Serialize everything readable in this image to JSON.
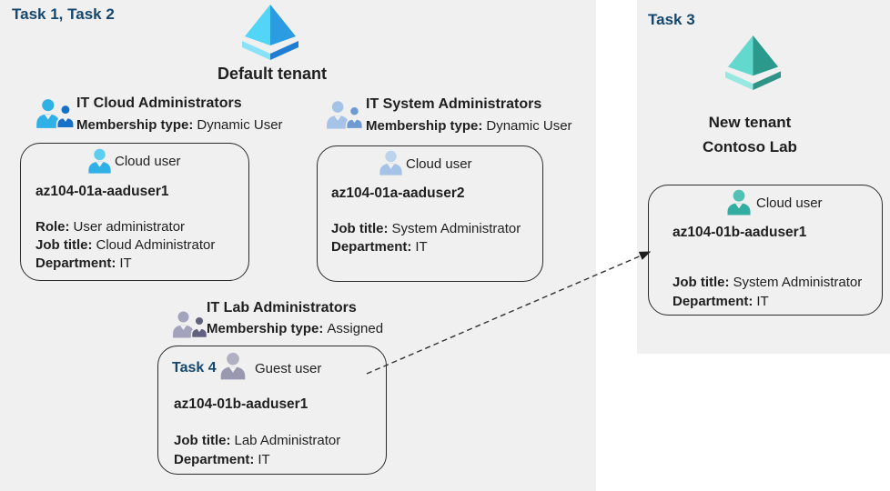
{
  "diagram": {
    "left_panel": {
      "task_label": "Task 1, Task 2",
      "tenant_title": "Default tenant"
    },
    "right_panel": {
      "task_label": "Task 3",
      "tenant_title_line1": "New tenant",
      "tenant_title_line2": "Contoso Lab"
    },
    "groups": [
      {
        "title": "IT Cloud Administrators",
        "membership_label": "Membership type:",
        "membership_value": "Dynamic User"
      },
      {
        "title": "IT System Administrators",
        "membership_label": "Membership type:",
        "membership_value": "Dynamic User"
      },
      {
        "title": "IT Lab Administrators",
        "membership_label": "Membership type:",
        "membership_value": "Assigned"
      }
    ],
    "cards": [
      {
        "user_type": "Cloud user",
        "username": "az104-01a-aaduser1",
        "attrs": [
          {
            "label": "Role:",
            "value": "User administrator"
          },
          {
            "label": "Job title:",
            "value": "Cloud Administrator"
          },
          {
            "label": "Department:",
            "value": "IT"
          }
        ]
      },
      {
        "user_type": "Cloud user",
        "username": "az104-01a-aaduser2",
        "attrs": [
          {
            "label": "Job title:",
            "value": "System Administrator"
          },
          {
            "label": "Department:",
            "value": "IT"
          }
        ]
      },
      {
        "task_label": "Task 4",
        "user_type": "Guest user",
        "username": "az104-01b-aaduser1",
        "attrs": [
          {
            "label": "Job title:",
            "value": "Lab Administrator"
          },
          {
            "label": "Department:",
            "value": "IT"
          }
        ]
      },
      {
        "user_type": "Cloud user",
        "username": "az104-01b-aaduser1",
        "attrs": [
          {
            "label": "Job title:",
            "value": "System Administrator"
          },
          {
            "label": "Department:",
            "value": "IT"
          }
        ]
      }
    ],
    "icons": {
      "blue_tenant_icon": "azure-ad-tenant-icon",
      "teal_tenant_icon": "azure-ad-new-tenant-icon",
      "group_icons": [
        "group-icon-blue",
        "group-icon-muted-blue",
        "group-icon-gray"
      ],
      "user_icons": [
        "user-icon-blue",
        "user-icon-muted-blue",
        "user-icon-gray",
        "user-icon-teal"
      ],
      "arrow": "guest-invite-dashed-arrow"
    },
    "colors": {
      "panel_bg": "#f0f0f0",
      "task_label_blue": "#15476e",
      "card_border": "#2b2b2b",
      "text": "#1f1f1f",
      "blue_icon_light": "#52d5f7",
      "blue_icon_dark": "#2b9be2",
      "blue_rim_light": "#8ae2f9",
      "blue_rim_dark": "#1f7ed4",
      "teal_icon_light": "#63d8cc",
      "teal_icon_dark": "#2b998c",
      "teal_rim_light": "#96e8e0",
      "teal_rim_dark": "#2f9387",
      "group1_primary": "#2fb0e6",
      "group1_secondary": "#1571c8",
      "group2_primary": "#a5c3e6",
      "group2_secondary": "#6d9bd1",
      "group3_primary": "#a3a3bd",
      "group3_secondary": "#62627f",
      "user_teal": "#33ada1"
    }
  }
}
